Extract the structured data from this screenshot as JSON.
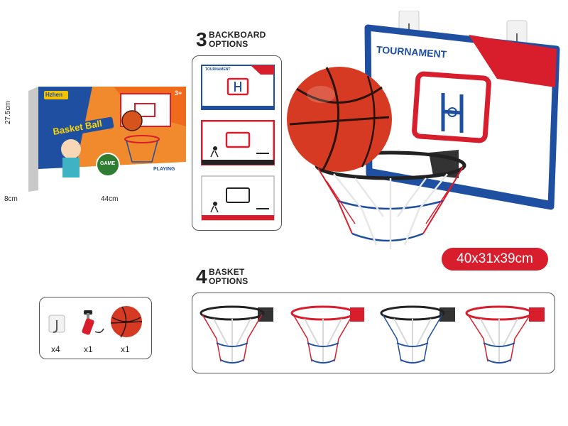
{
  "package": {
    "brand": "Hzhen",
    "title": "Basket Ball",
    "badge": "GAME",
    "age": "3+",
    "playing": "PLAYING",
    "dims": {
      "height": "27.5cm",
      "width": "44cm",
      "depth": "8cm"
    }
  },
  "backboard_section": {
    "number": "3",
    "line1": "BACKBOARD",
    "line2": "OPTIONS"
  },
  "basket_section": {
    "number": "4",
    "line1": "BASKET",
    "line2": "OPTIONS"
  },
  "backboard_options": [
    {
      "label": "TOURNAMENT",
      "style": "blue-red"
    },
    {
      "label": "",
      "style": "red"
    },
    {
      "label": "",
      "style": "white"
    }
  ],
  "main_board": {
    "label": "TOURNAMENT"
  },
  "size": "40x31x39cm",
  "accessories": [
    {
      "name": "hook",
      "qty": "x4"
    },
    {
      "name": "pump",
      "qty": "x1"
    },
    {
      "name": "ball",
      "qty": "x1"
    }
  ],
  "basket_options": [
    {
      "rim": "black",
      "net": "red-white-blue"
    },
    {
      "rim": "red",
      "net": "red-white-blue"
    },
    {
      "rim": "black",
      "net": "blue-white"
    },
    {
      "rim": "red",
      "net": "red-white-blue"
    }
  ],
  "colors": {
    "red": "#d81d2c",
    "blue": "#1e4fa0",
    "orange": "#e8782a",
    "ball": "#d63a22"
  }
}
